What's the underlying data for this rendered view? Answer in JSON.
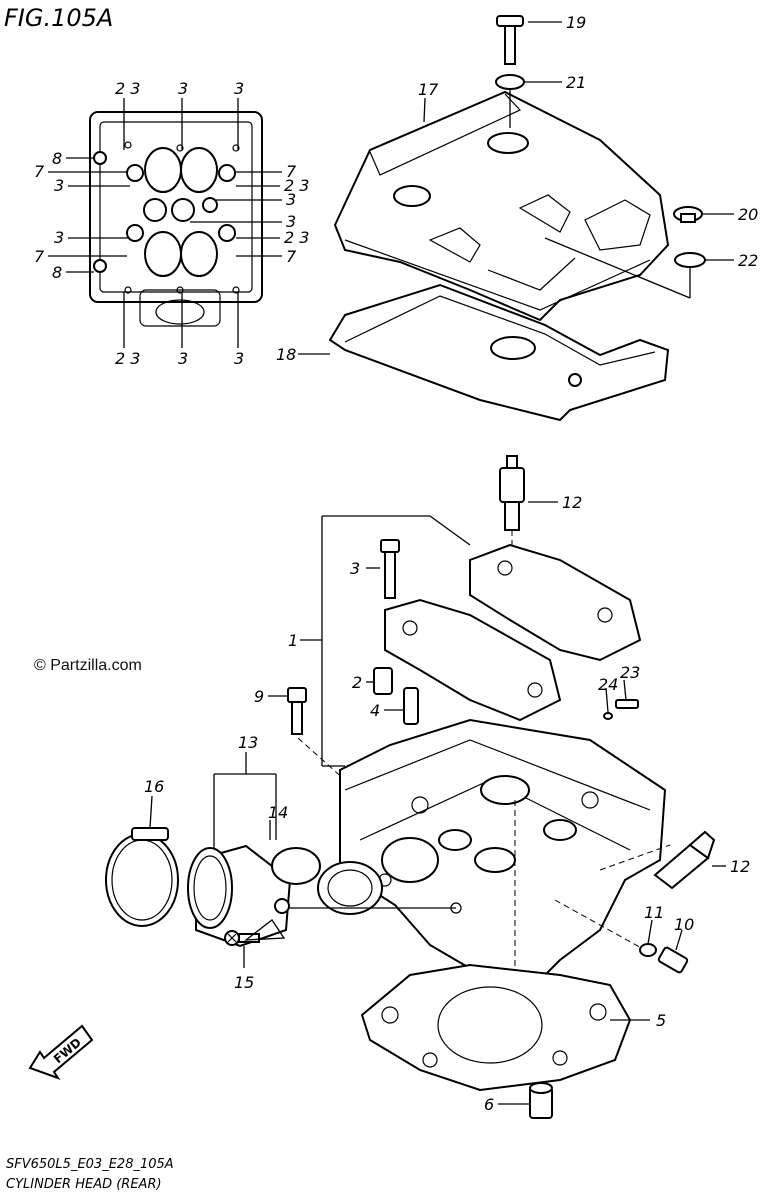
{
  "figure": {
    "title": "FIG.105A",
    "code": "SFV650L5_E03_E28_105A",
    "caption": "CYLINDER HEAD (REAR)"
  },
  "watermark": "© Partzilla.com",
  "callouts": {
    "top_view": {
      "top_23": "2 3",
      "top_3a": "3",
      "top_3b": "3",
      "l_8a": "8",
      "l_7a": "7",
      "l_3a": "3",
      "l_3b": "3",
      "l_7b": "7",
      "l_8b": "8",
      "r_7a": "7",
      "r_23a": "2 3",
      "r_3a": "3",
      "r_3b": "3",
      "r_23b": "2 3",
      "r_7b": "7",
      "bot_23": "2 3",
      "bot_3a": "3",
      "bot_3b": "3"
    },
    "main": {
      "p1": "1",
      "p2": "2",
      "p3": "3",
      "p4": "4",
      "p5": "5",
      "p6": "6",
      "p9": "9",
      "p10": "10",
      "p11": "11",
      "p12a": "12",
      "p12b": "12",
      "p13": "13",
      "p14": "14",
      "p15": "15",
      "p16": "16",
      "p17": "17",
      "p18": "18",
      "p19": "19",
      "p20": "20",
      "p21": "21",
      "p22": "22",
      "p23": "23",
      "p24": "24"
    }
  },
  "fwd_label": "FWD"
}
